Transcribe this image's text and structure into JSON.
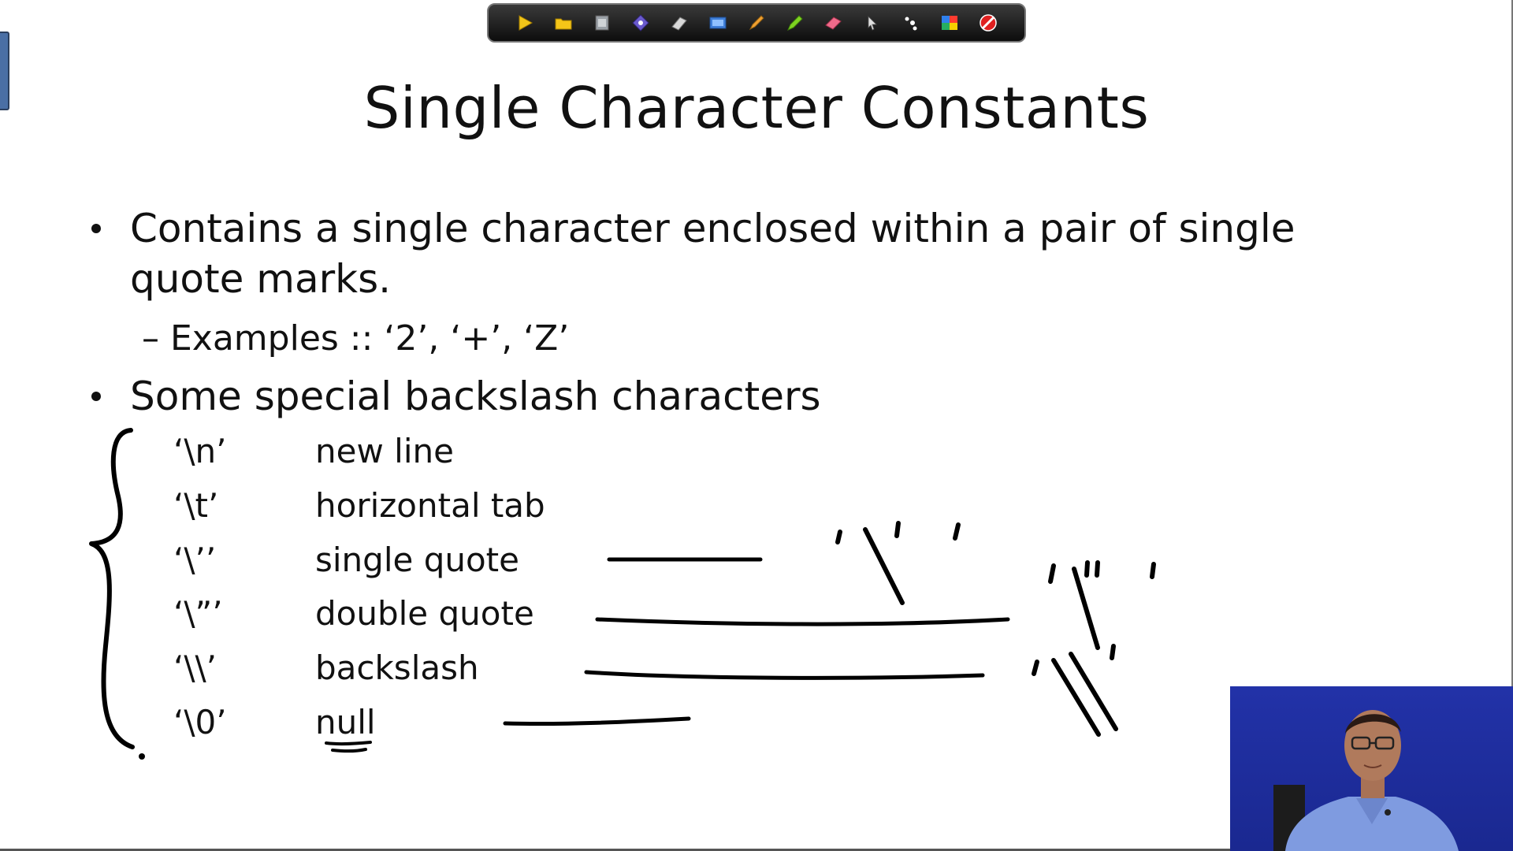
{
  "toolbar": {
    "tools": [
      {
        "name": "play-arrow-icon",
        "color": "#f0c419"
      },
      {
        "name": "folder-icon",
        "color": "#f5c518"
      },
      {
        "name": "film-icon",
        "color": "#9aa0a6"
      },
      {
        "name": "pointer-icon",
        "color": "#6a5acd"
      },
      {
        "name": "book-icon",
        "color": "#d8d8d8"
      },
      {
        "name": "screen-icon",
        "color": "#3f7fd9"
      },
      {
        "name": "pen-icon",
        "color": "#f0a030"
      },
      {
        "name": "highlighter-icon",
        "color": "#7ed321"
      },
      {
        "name": "eraser-icon",
        "color": "#f06a8a"
      },
      {
        "name": "cursor-icon",
        "color": "#e0e0e0"
      },
      {
        "name": "dots-icon",
        "color": "#ffffff"
      },
      {
        "name": "color-palette-icon",
        "color": "#ff3b30"
      },
      {
        "name": "stop-icon",
        "color": "#e02020"
      }
    ]
  },
  "slide": {
    "title": "Single Character Constants",
    "bullet1": "Contains a single character enclosed within a pair of single quote marks.",
    "examples": "Examples ::  ‘2’, ‘+’, ‘Z’",
    "dash": "–",
    "bullet2": "Some special backslash characters",
    "escapes": [
      {
        "code": "‘\\n’",
        "desc": "new line"
      },
      {
        "code": "‘\\t’",
        "desc": "horizontal tab"
      },
      {
        "code": "‘\\’’",
        "desc": "single quote"
      },
      {
        "code": "‘\\”’",
        "desc": "double quote"
      },
      {
        "code": "‘\\\\’",
        "desc": "backslash"
      },
      {
        "code": "‘\\0’",
        "desc": "null"
      }
    ]
  },
  "colors": {
    "ink": "#000000",
    "presenter_bg": "#2232a8",
    "toolbar_bg": "#1a1a1a"
  }
}
